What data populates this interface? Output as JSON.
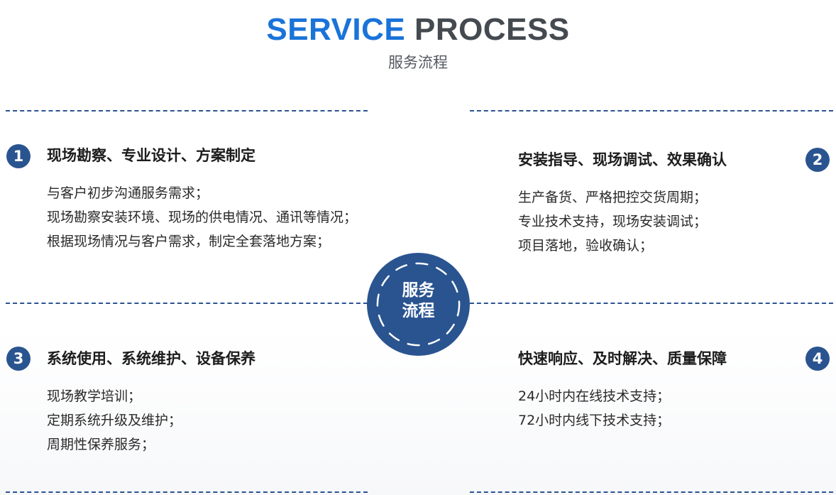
{
  "header": {
    "title_word1": "SERVICE",
    "title_word2": "PROCESS",
    "subtitle": "服务流程"
  },
  "center": {
    "line1": "服务",
    "line2": "流程"
  },
  "steps": [
    {
      "number": "1",
      "title": "现场勘察、专业设计、方案制定",
      "items": [
        "与客户初步沟通服务需求；",
        "现场勘察安装环境、现场的供电情况、通讯等情况；",
        "根据现场情况与客户需求，制定全套落地方案；"
      ]
    },
    {
      "number": "2",
      "title": "安装指导、现场调试、效果确认",
      "items": [
        "生产备货、严格把控交货周期；",
        "专业技术支持，现场安装调试；",
        "项目落地，验收确认；"
      ]
    },
    {
      "number": "3",
      "title": "系统使用、系统维护、设备保养",
      "items": [
        "现场教学培训；",
        "定期系统升级及维护；",
        "周期性保养服务；"
      ]
    },
    {
      "number": "4",
      "title": "快速响应、及时解决、质量保障",
      "items": [
        "24小时内在线技术支持；",
        "72小时内线下技术支持；"
      ]
    }
  ],
  "colors": {
    "accent_blue": "#1a73d9",
    "dark_gray": "#444a50",
    "navy": "#2a5490"
  },
  "icons": {
    "step_badge": "numbered-circle-icon",
    "center": "dashed-ring-circle-icon"
  }
}
